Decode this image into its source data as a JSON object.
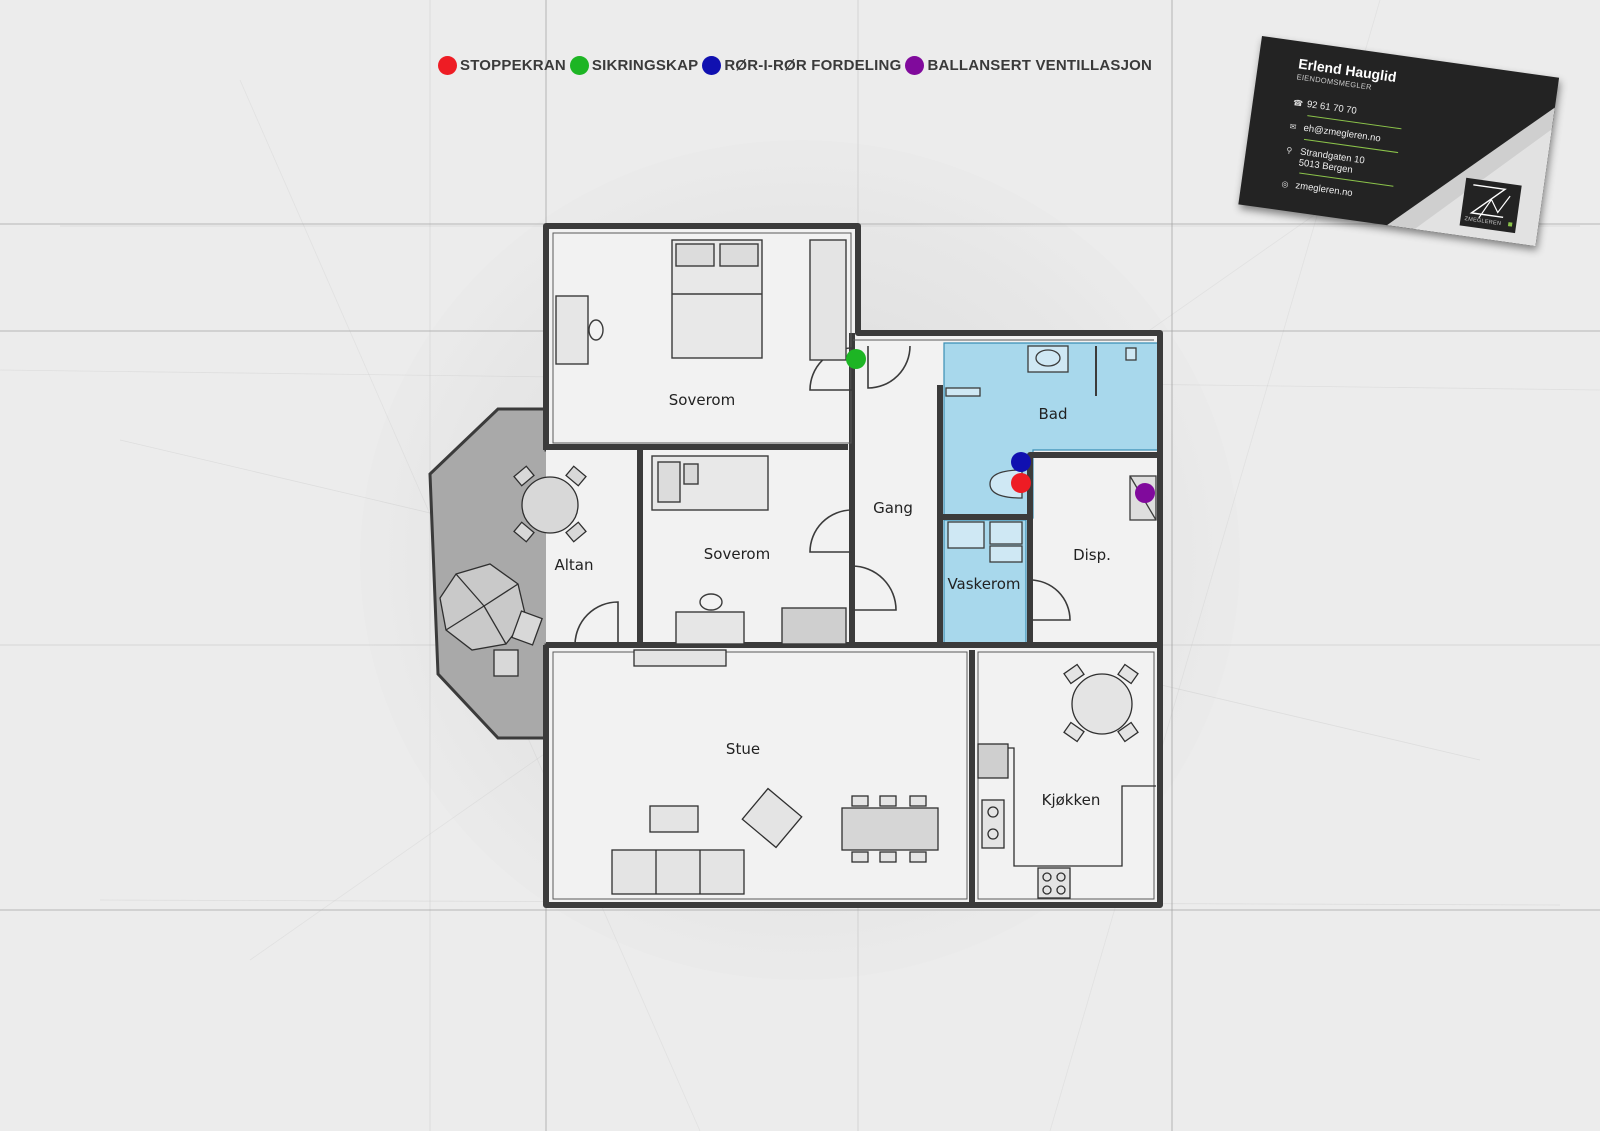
{
  "legend": [
    {
      "label": "STOPPEKRAN",
      "color": "#ee1c24"
    },
    {
      "label": "SIKRINGSKAP",
      "color": "#1db524"
    },
    {
      "label": "RØR-I-RØR FORDELING",
      "color": "#1010b0"
    },
    {
      "label": "BALLANSERT VENTILLASJON",
      "color": "#800a9c"
    }
  ],
  "rooms": {
    "soverom_1": "Soverom",
    "soverom_2": "Soverom",
    "gang": "Gang",
    "bad": "Bad",
    "altan": "Altan",
    "vaskerom": "Vaskerom",
    "disp": "Disp.",
    "stue": "Stue",
    "kjokken": "Kjøkken"
  },
  "colors": {
    "wet_room": "#a8d8ec",
    "balcony": "#a9a9a9",
    "wall": "#3b3b3b",
    "paper": "#ececec"
  },
  "card": {
    "name": "Erlend Hauglid",
    "title": "EIENDOMSMEGLER",
    "phone_icon": "phone-icon",
    "phone": "92 61 70 70",
    "email_icon": "mail-icon",
    "email": "eh@zmegleren.no",
    "address_icon": "location-pin-icon",
    "address_line1": "Strandgaten 10",
    "address_line2": "5013 Bergen",
    "web_icon": "globe-icon",
    "web": "zmegleren.no",
    "logo_text": "ZMEGLEREN",
    "accent": "#8bc34a"
  }
}
